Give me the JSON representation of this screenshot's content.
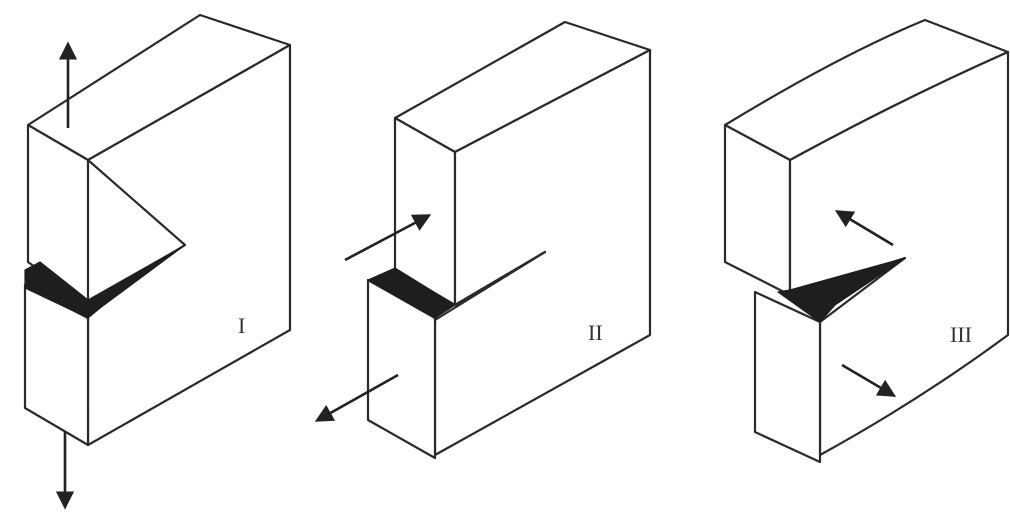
{
  "modes": [
    {
      "id": "mode-1",
      "label": "I"
    },
    {
      "id": "mode-2",
      "label": "II"
    },
    {
      "id": "mode-3",
      "label": "III"
    }
  ],
  "colors": {
    "outline": "#2a2a2a",
    "crack": "#1e1e1e",
    "background": "#ffffff"
  }
}
